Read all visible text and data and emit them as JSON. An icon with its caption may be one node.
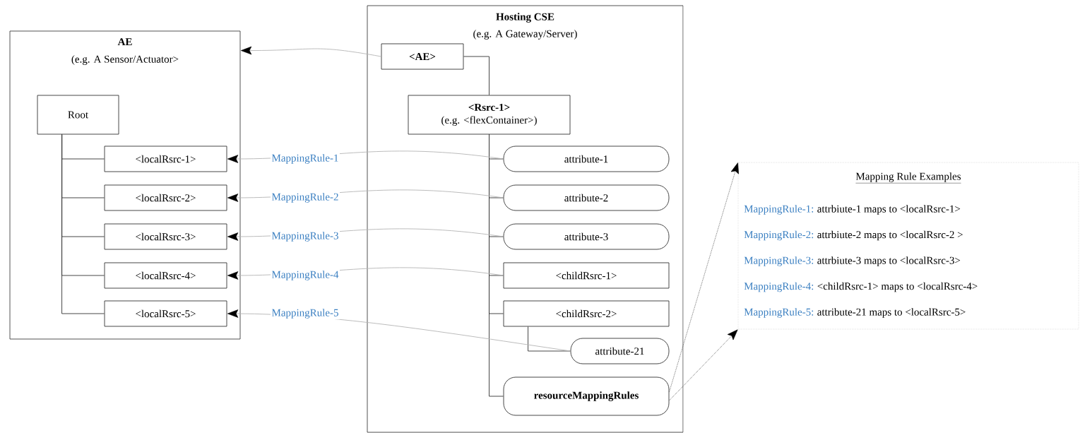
{
  "diagram": {
    "nodes": [
      {
        "text": [
          "AE",
          "(e.g. A Sensor/Actuator>"
        ]
      },
      {
        "text": [
          "Root"
        ],
        "in": 0
      },
      {
        "text": [
          "<localRsrc-1>"
        ],
        "in": 0
      },
      {
        "text": [
          "<localRsrc-2>"
        ],
        "in": 0
      },
      {
        "text": [
          "<localRsrc-3>"
        ],
        "in": 0
      },
      {
        "text": [
          "<localRsrc-4>"
        ],
        "in": 0
      },
      {
        "text": [
          "<localRsrc-5>"
        ],
        "in": 0
      },
      {
        "text": [
          "Hosting CSE",
          "(e.g. A Gateway/Server)"
        ]
      },
      {
        "text": [
          "<AE>"
        ],
        "in": 7
      },
      {
        "text": [
          "<Rsrc-1>",
          "(e.g. <flexContainer>)"
        ],
        "in": 7
      },
      {
        "text": [
          "attribute-1"
        ],
        "in": 7
      },
      {
        "text": [
          "attribute-2"
        ],
        "in": 7
      },
      {
        "text": [
          "attribute-3"
        ],
        "in": 7
      },
      {
        "text": [
          "<childRsrc-1>"
        ],
        "in": 7
      },
      {
        "text": [
          "<childRsrc-2>"
        ],
        "in": 7
      },
      {
        "text": [
          "attribute-21"
        ],
        "in": 7
      },
      {
        "text": [
          "resourceMappingRules"
        ],
        "in": 7
      },
      {
        "text": [
          "Mapping Rule Examples",
          "MappingRule-1:",
          "attrbiute-1 maps to <localRsrc-1>",
          "MappingRule-2:",
          "attrbiute-2 maps to <localRsrc-2 >",
          "MappingRule-3:",
          "attrbiute-3 maps to <localRsrc-3>",
          "MappingRule-4:",
          "<childRsrc-1> maps to <localRsrc-4>",
          "MappingRule-5:",
          "attribute-21 maps to <localRsrc-5>"
        ]
      }
    ],
    "edges": [
      {
        "from": 1,
        "to": 2,
        "arrow": "none"
      },
      {
        "from": 1,
        "to": 3,
        "arrow": "none"
      },
      {
        "from": 1,
        "to": 4,
        "arrow": "none"
      },
      {
        "from": 1,
        "to": 5,
        "arrow": "none"
      },
      {
        "from": 1,
        "to": 6,
        "arrow": "none"
      },
      {
        "from": 8,
        "to": 9,
        "arrow": "none"
      },
      {
        "from": 9,
        "to": 10,
        "arrow": "none"
      },
      {
        "from": 9,
        "to": 11,
        "arrow": "none"
      },
      {
        "from": 9,
        "to": 12,
        "arrow": "none"
      },
      {
        "from": 9,
        "to": 13,
        "arrow": "none"
      },
      {
        "from": 9,
        "to": 14,
        "arrow": "none"
      },
      {
        "from": 14,
        "to": 15,
        "arrow": "none"
      },
      {
        "from": 9,
        "to": 16,
        "arrow": "none"
      },
      {
        "from": 8,
        "to": 0,
        "arrow": "to",
        "color": "#b4b4b4"
      },
      {
        "from": 10,
        "to": 2,
        "arrow": "to",
        "label": "MappingRule-1",
        "color": "#b4b4b4"
      },
      {
        "from": 11,
        "to": 3,
        "arrow": "to",
        "label": "MappingRule-2",
        "color": "#b4b4b4"
      },
      {
        "from": 12,
        "to": 4,
        "arrow": "to",
        "label": "MappingRule-3",
        "color": "#b4b4b4"
      },
      {
        "from": 13,
        "to": 5,
        "arrow": "to",
        "label": "MappingRule-4",
        "color": "#b4b4b4"
      },
      {
        "from": 15,
        "to": 6,
        "arrow": "to",
        "label": "MappingRule-5",
        "color": "#b4b4b4"
      },
      {
        "from": 16,
        "to": 17,
        "arrow": "to",
        "style": "dashed"
      },
      {
        "from": 16,
        "to": 17,
        "arrow": "to",
        "style": "dashed"
      }
    ]
  }
}
